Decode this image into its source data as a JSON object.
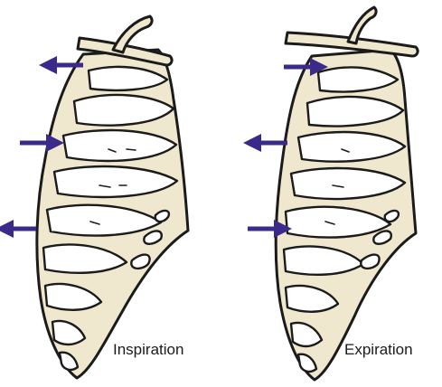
{
  "captions": {
    "left": "Inspiration",
    "right": "Expiration"
  },
  "colors": {
    "bone": "#efe8cf",
    "outline": "#1b1b1b",
    "arrow": "#3b2a8a",
    "background": "#ffffff"
  },
  "arrows": {
    "inspiration": [
      "outward",
      "inward",
      "outward"
    ],
    "expiration": [
      "inward",
      "outward",
      "inward"
    ]
  }
}
